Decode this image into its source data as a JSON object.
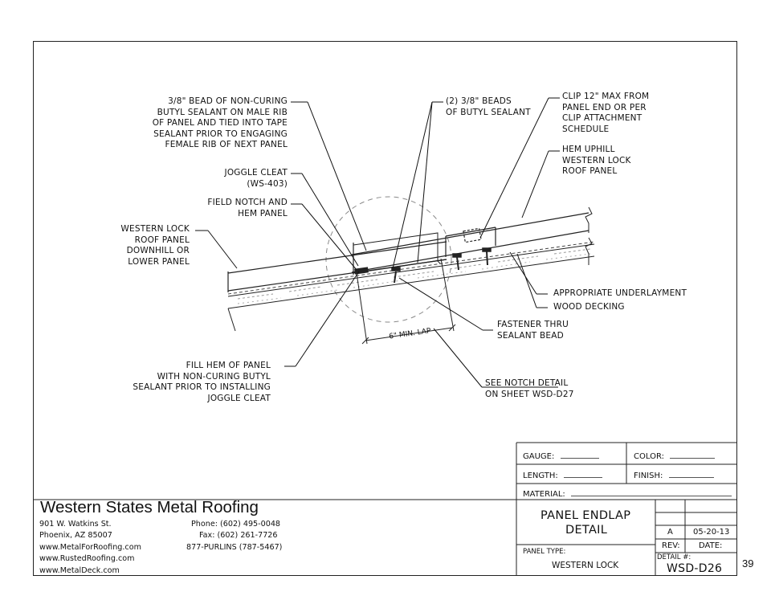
{
  "callouts": {
    "butyl_bead": [
      "3/8\" BEAD OF NON-CURING",
      "BUTYL SEALANT ON MALE RIB",
      "OF PANEL AND TIED INTO TAPE",
      "SEALANT PRIOR TO ENGAGING",
      "FEMALE RIB OF NEXT PANEL"
    ],
    "two_beads": [
      "(2) 3/8\" BEADS",
      "OF BUTYL SEALANT"
    ],
    "clip": [
      "CLIP 12\" MAX FROM",
      "PANEL END OR PER",
      "CLIP ATTACHMENT",
      "SCHEDULE"
    ],
    "hem_uphill": [
      "HEM UPHILL",
      "WESTERN LOCK",
      "ROOF PANEL"
    ],
    "joggle_cleat": [
      "JOGGLE CLEAT",
      "(WS-403)"
    ],
    "field_notch": [
      "FIELD NOTCH AND",
      "HEM PANEL"
    ],
    "western_lock_lower": [
      "WESTERN LOCK",
      "ROOF PANEL",
      "DOWNHILL OR",
      "LOWER PANEL"
    ],
    "underlayment": [
      "APPROPRIATE UNDERLAYMENT"
    ],
    "wood_decking": [
      "WOOD DECKING"
    ],
    "fastener": [
      "FASTENER THRU",
      "SEALANT BEAD"
    ],
    "fill_hem": [
      "FILL HEM OF PANEL",
      "WITH NON-CURING BUTYL",
      "SEALANT PRIOR TO INSTALLING",
      "JOGGLE CLEAT"
    ],
    "see_notch": [
      "SEE NOTCH DETAIL",
      "ON SHEET WSD-D27"
    ],
    "min_lap": "6\" MIN. LAP"
  },
  "title_block": {
    "gauge_label": "GAUGE:",
    "color_label": "COLOR:",
    "length_label": "LENGTH:",
    "finish_label": "FINISH:",
    "material_label": "MATERIAL:",
    "detail_title_1": "PANEL ENDLAP",
    "detail_title_2": "DETAIL",
    "panel_type_label": "PANEL TYPE:",
    "panel_type_value": "WESTERN LOCK",
    "rev_value": "A",
    "date_value": "05-20-13",
    "rev_label": "REV:",
    "date_label": "DATE:",
    "detail_no_label": "DETAIL #:",
    "detail_no_value": "WSD-D26"
  },
  "company": {
    "name": "Western States Metal Roofing",
    "address_1": "901 W. Watkins St.",
    "address_2": "Phoenix, AZ 85007",
    "web_1": "www.MetalForRoofing.com",
    "web_2": "www.RustedRoofing.com",
    "web_3": "www.MetalDeck.com",
    "phone": "Phone: (602) 495-0048",
    "fax": "Fax: (602) 261-7726",
    "tollfree": "877-PURLINS (787-5467)"
  },
  "page_number": "39"
}
